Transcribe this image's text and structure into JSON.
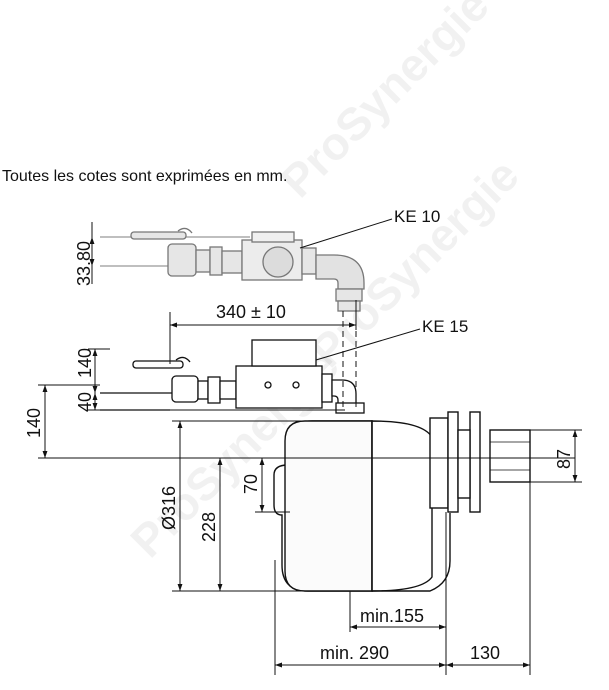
{
  "intro_text": "Toutes les cotes sont exprimées en mm.",
  "labels": {
    "ke10": "KE 10",
    "ke15": "KE 15"
  },
  "dimensions": {
    "d3380": "33.80",
    "d340": "340 ± 10",
    "d140a": "140",
    "d40": "40",
    "d140b": "140",
    "d316": "Ø316",
    "d70": "70",
    "d228": "228",
    "d87": "87",
    "dmin155": "min.155",
    "dmin290": "min. 290",
    "d130": "130"
  },
  "watermark": "ProSynergie"
}
